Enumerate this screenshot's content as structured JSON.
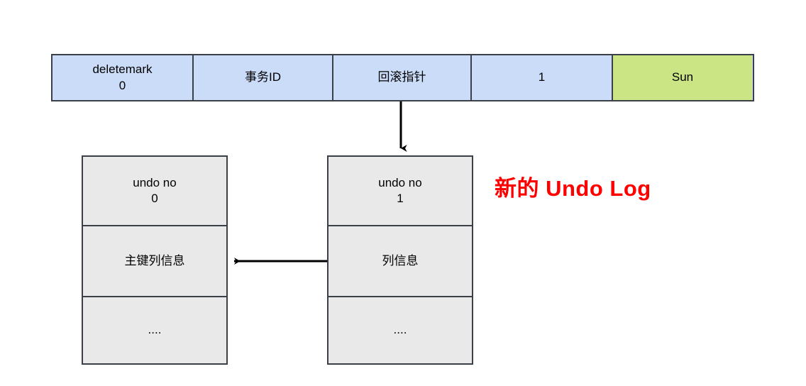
{
  "diagram": {
    "title_annotation": "新的 Undo Log",
    "colors": {
      "record_blue": "#cadcf8",
      "record_green": "#cbe585",
      "undo_gray": "#e9e9e9",
      "stroke": "#3b4048",
      "annotation_red": "#ff0000"
    },
    "record_row": {
      "cells": [
        {
          "label": "deletemark\n0"
        },
        {
          "label": "事务ID"
        },
        {
          "label": "回滚指针"
        },
        {
          "label": "1"
        },
        {
          "label": "Sun"
        }
      ]
    },
    "undo_logs": [
      {
        "name": "old-undo-log",
        "segments": [
          {
            "label": "undo no\n0"
          },
          {
            "label": "主键列信息"
          },
          {
            "label": "...."
          }
        ]
      },
      {
        "name": "new-undo-log",
        "segments": [
          {
            "label": "undo no\n1"
          },
          {
            "label": "列信息"
          },
          {
            "label": "...."
          }
        ]
      }
    ],
    "arrows": [
      {
        "name": "rollback-pointer-arrow",
        "from": "回滚指针",
        "to": "new-undo-log",
        "direction": "down"
      },
      {
        "name": "undo-chain-arrow",
        "from": "new-undo-log",
        "to": "old-undo-log",
        "direction": "left"
      }
    ]
  }
}
